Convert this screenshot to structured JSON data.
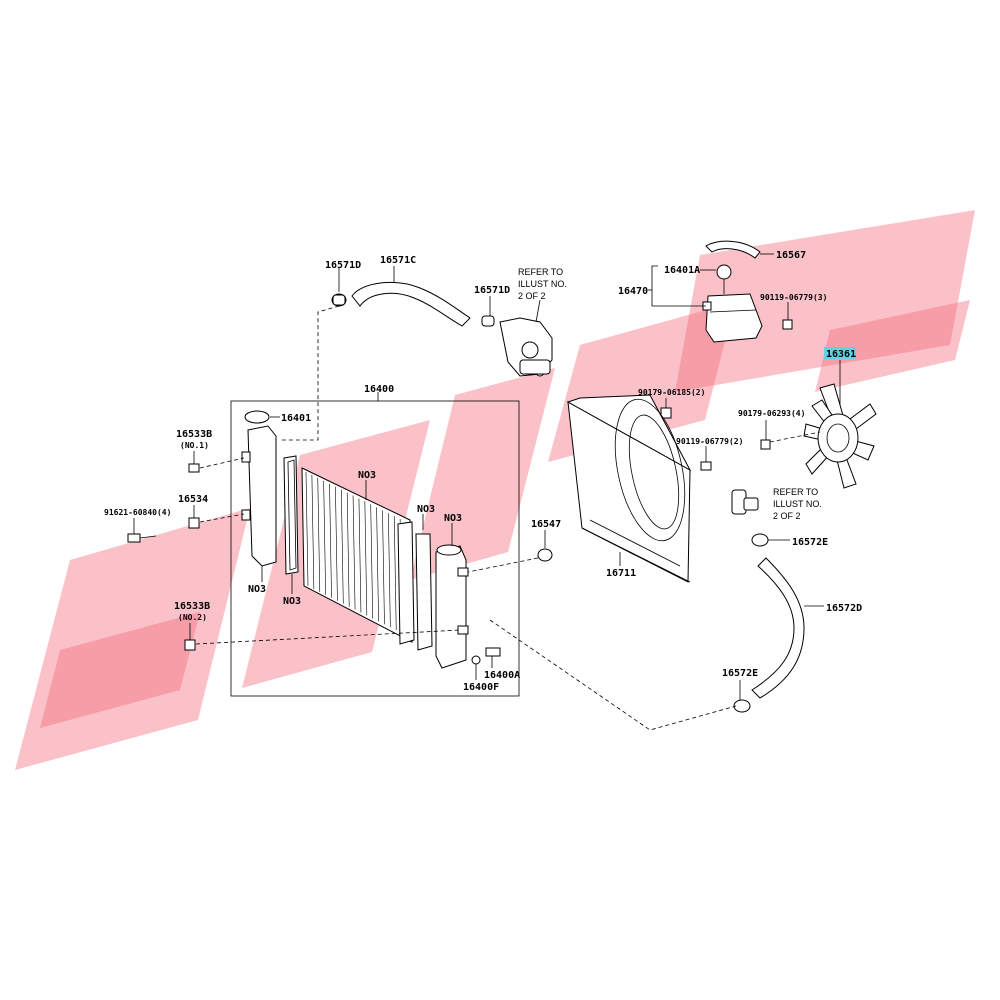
{
  "diagram": {
    "labels": {
      "p16571d_a": "16571D",
      "p16571c": "16571C",
      "p16571d_b": "16571D",
      "refer_note_1": [
        "REFER TO",
        "ILLUST NO.",
        "2 OF 2"
      ],
      "p16401a": "16401A",
      "p16567": "16567",
      "p16470": "16470",
      "p90119_3": "90119-06779(3)",
      "p16361": "16361",
      "p16400": "16400",
      "p16401": "16401",
      "p16533b_1": "16533B",
      "p16533b_1_note": "(NO.1)",
      "p16534": "16534",
      "p91621": "91621-60840(4)",
      "no3_a": "NO3",
      "no3_b": "NO3",
      "no3_c": "NO3",
      "no3_d": "NO3",
      "no3_e": "NO3",
      "p16547": "16547",
      "p16533b_2": "16533B",
      "p16533b_2_note": "(NO.2)",
      "p16400a": "16400A",
      "p16400f": "16400F",
      "p90179_06185": "90179-06185(2)",
      "p90179_06293": "90179-06293(4)",
      "p90119_2": "90119-06779(2)",
      "refer_note_2": [
        "REFER TO",
        "ILLUST NO.",
        "2 OF 2"
      ],
      "p16572e_a": "16572E",
      "p16711": "16711",
      "p16572d": "16572D",
      "p16572e_b": "16572E"
    },
    "highlight_color": "#5fd3e6",
    "watermark_color": "#f26b7d"
  }
}
